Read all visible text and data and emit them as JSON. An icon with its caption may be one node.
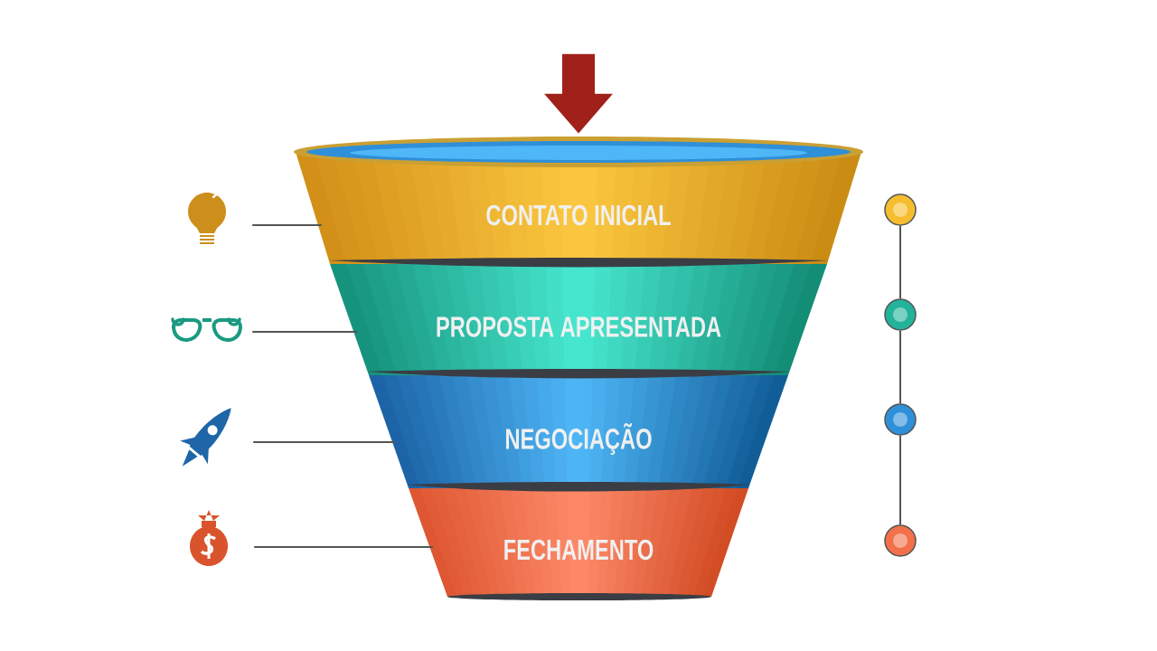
{
  "diagram": {
    "nodes": [
      {
        "text": [
          "CONTATO INICIAL"
        ]
      },
      {
        "text": [
          "PROPOSTA APRESENTADA"
        ]
      },
      {
        "text": [
          "NEGOCIAÇÃO"
        ]
      },
      {
        "text": [
          "FECHAMENTO"
        ]
      },
      {
        "text": [],
        "shape": "bulb"
      },
      {
        "text": [],
        "shape": "glasses"
      },
      {
        "text": [],
        "shape": "rocket"
      },
      {
        "text": [],
        "shape": "bag"
      },
      {
        "text": [],
        "shape": "circle"
      },
      {
        "text": [],
        "shape": "circle"
      },
      {
        "text": [],
        "shape": "circle"
      },
      {
        "text": [],
        "shape": "circle"
      }
    ],
    "edges": [
      {
        "from": null,
        "to": 0,
        "arrow": "to",
        "style": "thick"
      },
      {
        "from": 4,
        "to": 0,
        "arrow": "none"
      },
      {
        "from": 5,
        "to": 1,
        "arrow": "none"
      },
      {
        "from": 6,
        "to": 2,
        "arrow": "none"
      },
      {
        "from": 7,
        "to": 3,
        "arrow": "none"
      },
      {
        "from": 8,
        "to": 9,
        "arrow": "none"
      },
      {
        "from": 9,
        "to": 10,
        "arrow": "none"
      },
      {
        "from": 10,
        "to": 11,
        "arrow": "none"
      }
    ]
  }
}
